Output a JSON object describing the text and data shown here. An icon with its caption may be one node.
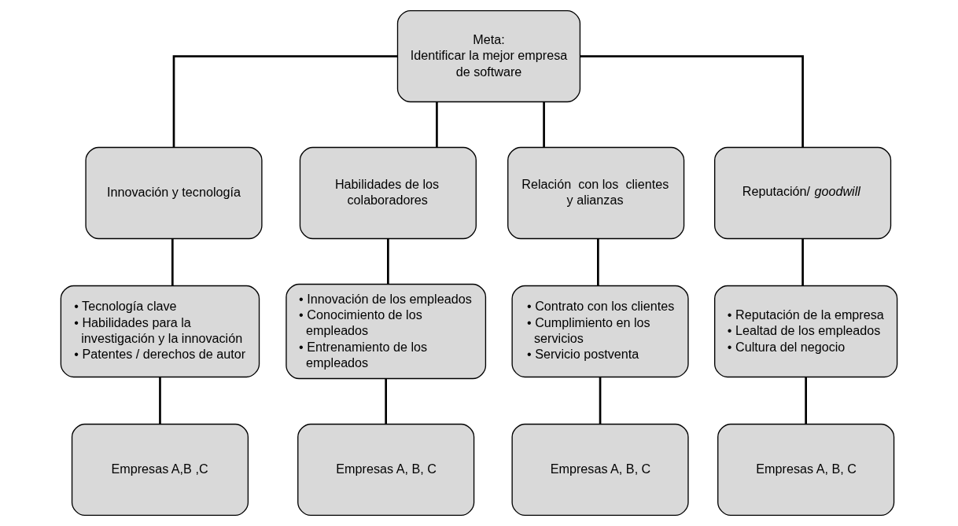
{
  "diagram": {
    "nodes": [
      {
        "text": [
          "Meta:",
          "Identificar la mejor empresa de software"
        ]
      },
      {
        "text": [
          "Innovación y tecnología"
        ]
      },
      {
        "text": [
          "Habilidades de los colaboradores"
        ]
      },
      {
        "text": [
          "Relación  con los  clientes y alianzas"
        ]
      },
      {
        "text": [
          "Reputación/ *goodwill*"
        ]
      },
      {
        "text": [
          "• Tecnología clave",
          "• Habilidades para la investigación y la innovación",
          "• Patentes / derechos de autor"
        ]
      },
      {
        "text": [
          "• Innovación de los empleados",
          "• Conocimiento de los empleados",
          "• Entrenamiento de los empleados"
        ]
      },
      {
        "text": [
          "• Contrato con los clientes",
          "• Cumplimiento en los servicios",
          "• Servicio postventa"
        ]
      },
      {
        "text": [
          "• Reputación de la empresa",
          "• Lealtad de los empleados",
          "• Cultura del negocio"
        ]
      },
      {
        "text": [
          "Empresas A,B ,C"
        ]
      },
      {
        "text": [
          "Empresas A, B, C"
        ]
      },
      {
        "text": [
          "Empresas A, B, C"
        ]
      },
      {
        "text": [
          "Empresas A, B, C"
        ]
      }
    ],
    "edges": [
      {
        "from": 0,
        "to": 1,
        "arrow": "none"
      },
      {
        "from": 0,
        "to": 2,
        "arrow": "none"
      },
      {
        "from": 0,
        "to": 3,
        "arrow": "none"
      },
      {
        "from": 0,
        "to": 4,
        "arrow": "none"
      },
      {
        "from": 1,
        "to": 5,
        "arrow": "none"
      },
      {
        "from": 2,
        "to": 6,
        "arrow": "none"
      },
      {
        "from": 3,
        "to": 7,
        "arrow": "none"
      },
      {
        "from": 4,
        "to": 8,
        "arrow": "none"
      },
      {
        "from": 5,
        "to": 9,
        "arrow": "none"
      },
      {
        "from": 6,
        "to": 10,
        "arrow": "none"
      },
      {
        "from": 7,
        "to": 11,
        "arrow": "none"
      },
      {
        "from": 8,
        "to": 12,
        "arrow": "none"
      }
    ]
  }
}
